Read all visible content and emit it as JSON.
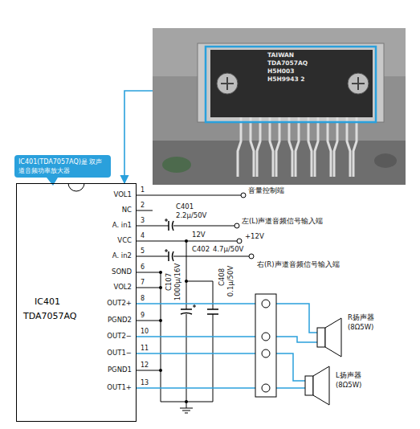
{
  "diagram": {
    "nodes": [
      {
        "text": [
          "IC401(TDA7057AQ)是 双声道音频功率放大器"
        ]
      },
      {
        "text": [
          "TAIWAN",
          "TDA7057AQ",
          "H5H003",
          "H5H9943 2"
        ]
      },
      {
        "text": [
          "IC401",
          "TDA7057AQ"
        ]
      }
    ],
    "edges": [
      {
        "from": 1,
        "to": 2,
        "arrow": "to"
      }
    ],
    "labels": [
      "VOL1",
      "NC",
      "A. in1",
      "VCC",
      "A. in2",
      "SOND",
      "VOL2",
      "OUT2+",
      "PGND2",
      "OUT2−",
      "OUT1−",
      "PGND1",
      "OUT1+",
      "1",
      "2",
      "3",
      "4",
      "5",
      "6",
      "7",
      "8",
      "9",
      "10",
      "11",
      "12",
      "13",
      "C401",
      "2.2μ/50V",
      "音量控制端",
      "左(L)声道音频信号输入端",
      "12V",
      "+12V",
      "C402",
      "4.7μ/50V",
      "右(R)声道音频信号输入端",
      "C107",
      "1000μ/16V",
      "C408",
      "0.1μ/50V",
      "R扬声器",
      "(8Ω5W)",
      "L扬声器",
      "(8Ω5W)"
    ]
  }
}
